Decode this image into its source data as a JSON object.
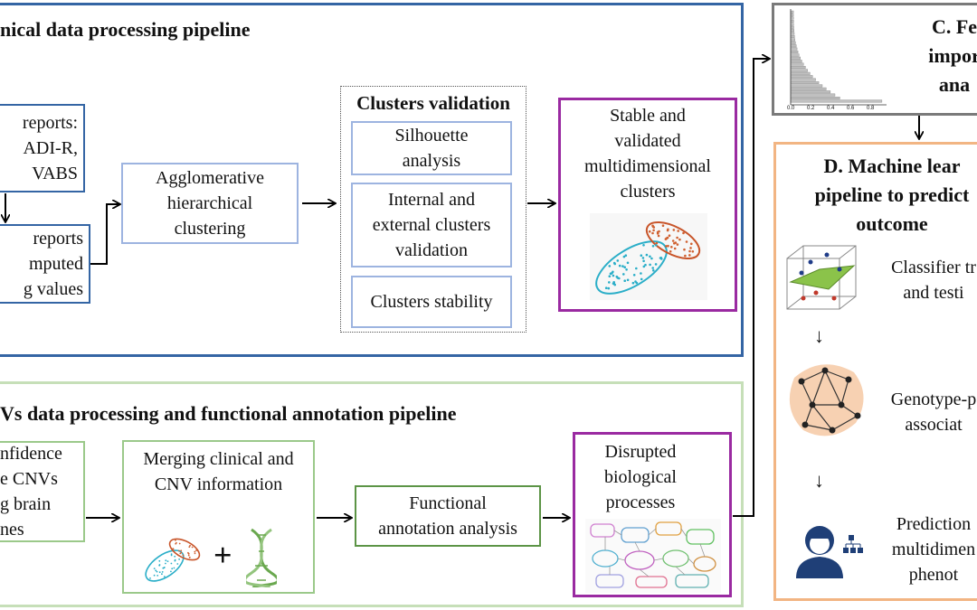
{
  "colors": {
    "blue": "#3465a4",
    "green": "#9bc98a",
    "dark_green": "#5c9446",
    "orange": "#f2b583",
    "purple": "#9a2aa1",
    "grey": "#7a7a7a",
    "light_blue": "#8aa6d8"
  },
  "panel_a": {
    "title": "nical data processing pipeline",
    "reports_box": "reports:\nADI-R,\n VABS",
    "imputed_box": " reports\nmputed\ng values",
    "agglomerative": "Agglomerative\nhierarchical\nclustering",
    "validation": {
      "title": "Clusters validation",
      "silhouette": "Silhouette\nanalysis",
      "internal_external": "Internal and\nexternal clusters\nvalidation",
      "stability": "Clusters stability"
    },
    "result": "Stable and\nvalidated\nmultidimensional\nclusters"
  },
  "panel_b": {
    "title": "Vs data processing and functional annotation pipeline",
    "confidence_box": "nfidence\ne CNVs\ng brain\nnes",
    "merging": "Merging clinical and\nCNV information",
    "plus": "+",
    "functional": "Functional\nannotation analysis",
    "result": "Disrupted\nbiological\nprocesses"
  },
  "panel_c": {
    "title": "C. Fe\nimpor\nana",
    "tick_labels": [
      "0.0",
      "0.2",
      "0.4",
      "0.6",
      "0.8"
    ]
  },
  "panel_d": {
    "title": "D. Machine lear\npipeline to predict\noutcome",
    "step1": "Classifier tr\nand testi",
    "step2": "Genotype-p\nassociat",
    "step3": "Prediction\nmultidimen\nphenot"
  }
}
